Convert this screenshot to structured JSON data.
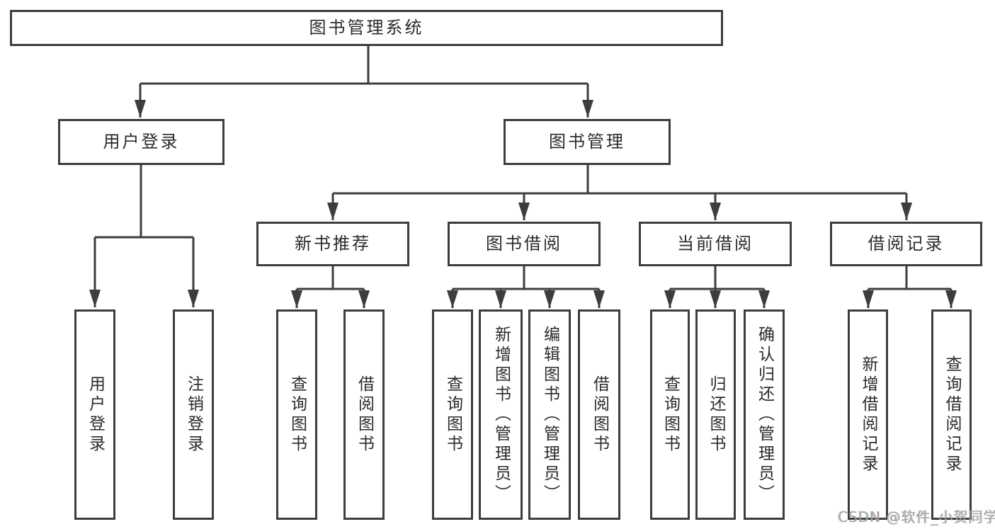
{
  "diagram": {
    "root": {
      "label": "图书管理系统"
    },
    "level2": [
      {
        "label": "用户登录",
        "leaves": [
          {
            "label": "用户登录"
          },
          {
            "label": "注销登录"
          }
        ]
      },
      {
        "label": "图书管理",
        "children": [
          {
            "label": "新书推荐",
            "leaves": [
              {
                "label": "查询图书"
              },
              {
                "label": "借阅图书"
              }
            ]
          },
          {
            "label": "图书借阅",
            "leaves": [
              {
                "label": "查询图书"
              },
              {
                "label": "新增图书（管理员）"
              },
              {
                "label": "编辑图书（管理员）"
              },
              {
                "label": "借阅图书"
              }
            ]
          },
          {
            "label": "当前借阅",
            "leaves": [
              {
                "label": "查询图书"
              },
              {
                "label": "归还图书"
              },
              {
                "label": "确认归还（管理员）"
              }
            ]
          },
          {
            "label": "借阅记录",
            "leaves": [
              {
                "label": "新增借阅记录"
              },
              {
                "label": "查询借阅记录"
              }
            ]
          }
        ]
      }
    ]
  },
  "watermark": {
    "text": "CSDN @软件_小贺同学"
  },
  "colors": {
    "background": "#ffffff",
    "line": "#3d3d3d",
    "text": "#2b2b2b",
    "watermark": "#9ea3a8"
  }
}
